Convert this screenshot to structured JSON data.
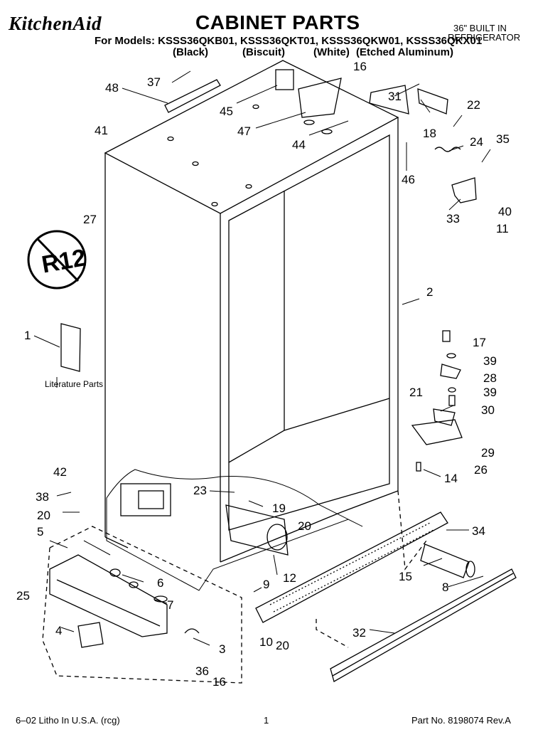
{
  "header": {
    "brand": "KitchenAid",
    "title": "CABINET PARTS",
    "models_line": "For Models: KSSS36QKB01, KSSS36QKT01, KSSS36QKW01, KSSS36QKX01",
    "variants": [
      "(Black)",
      "(Biscuit)",
      "(White)",
      "(Etched Aluminum)"
    ],
    "corner_line1": "36\" BUILT IN",
    "corner_line2": "REFRIGERATOR"
  },
  "literature_label": "Literature Parts",
  "part_numbers": [
    "37",
    "16",
    "48",
    "45",
    "31",
    "22",
    "41",
    "47",
    "44",
    "18",
    "24",
    "35",
    "46",
    "27",
    "40",
    "33",
    "11",
    "2",
    "1",
    "17",
    "39",
    "28",
    "39",
    "21",
    "30",
    "29",
    "42",
    "26",
    "14",
    "23",
    "38",
    "19",
    "20",
    "20",
    "5",
    "34",
    "15",
    "6",
    "12",
    "7",
    "25",
    "9",
    "8",
    "4",
    "10",
    "20",
    "32",
    "3",
    "36",
    "16"
  ],
  "footer": {
    "left": "6–02 Litho In U.S.A. (rcg)",
    "center": "1",
    "right": "Part No. 8198074 Rev.A"
  },
  "colors": {
    "ink": "#000000",
    "paper": "#ffffff"
  }
}
